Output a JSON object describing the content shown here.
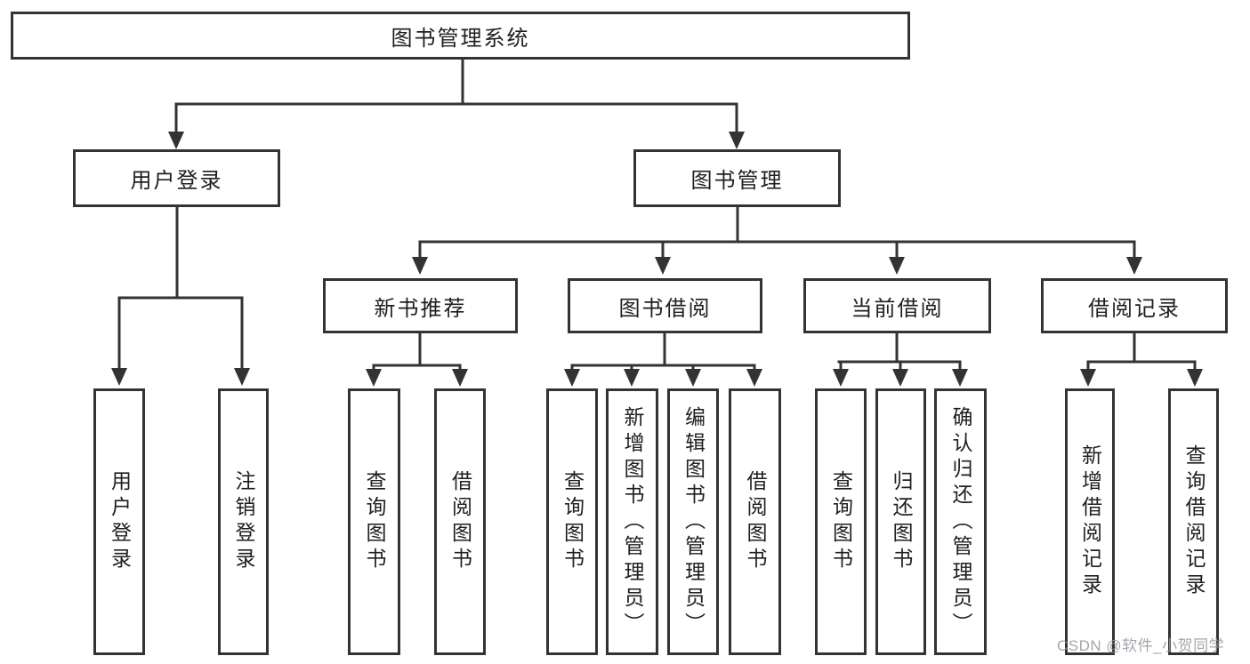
{
  "diagram": {
    "type": "hierarchy-tree",
    "colors": {
      "line": "#333333",
      "box_border": "#333333",
      "box_fill": "#ffffff",
      "text": "#1f1f1f",
      "background": "#ffffff",
      "watermark": "#94979e"
    }
  },
  "tree": {
    "root": {
      "label": "图书管理系统",
      "children": [
        {
          "label": "用户登录",
          "children": [
            {
              "label": "用户登录"
            },
            {
              "label": "注销登录"
            }
          ]
        },
        {
          "label": "图书管理",
          "children": [
            {
              "label": "新书推荐",
              "children": [
                {
                  "label": "查询图书"
                },
                {
                  "label": "借阅图书"
                }
              ]
            },
            {
              "label": "图书借阅",
              "children": [
                {
                  "label": "查询图书"
                },
                {
                  "label": "新增图书（管理员）"
                },
                {
                  "label": "编辑图书（管理员）"
                },
                {
                  "label": "借阅图书"
                }
              ]
            },
            {
              "label": "当前借阅",
              "children": [
                {
                  "label": "查询图书"
                },
                {
                  "label": "归还图书"
                },
                {
                  "label": "确认归还（管理员）"
                }
              ]
            },
            {
              "label": "借阅记录",
              "children": [
                {
                  "label": "新增借阅记录"
                },
                {
                  "label": "查询借阅记录"
                }
              ]
            }
          ]
        }
      ]
    }
  },
  "watermark": {
    "text": "CSDN @软件_小贺同学"
  }
}
